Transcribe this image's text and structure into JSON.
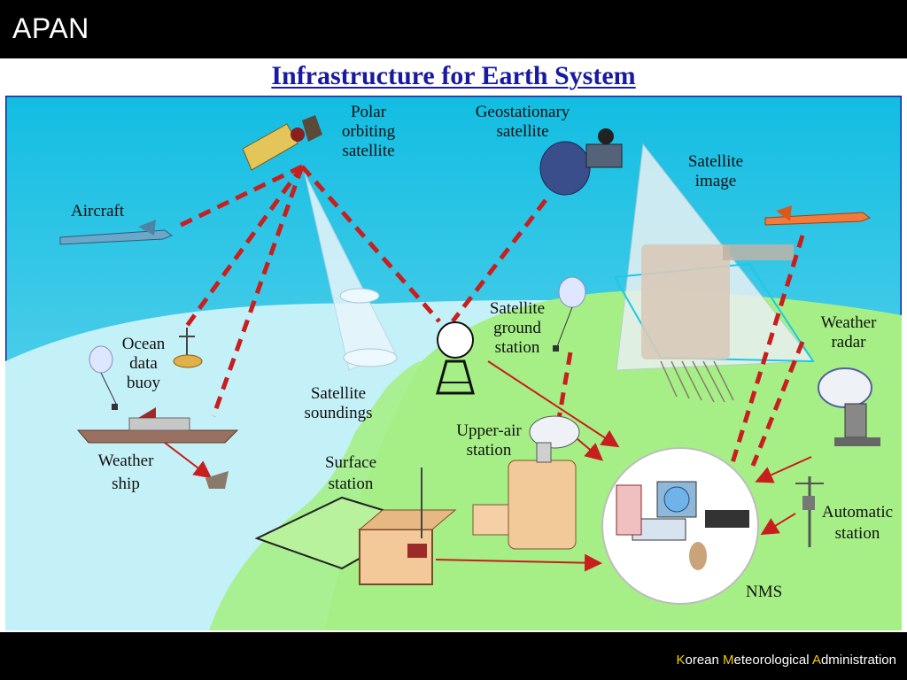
{
  "header": {
    "brand": "APAN"
  },
  "title": "Infrastructure for Earth System",
  "labels": {
    "polar": [
      "Polar",
      "orbiting",
      "satellite"
    ],
    "geo": [
      "Geostationary",
      "satellite"
    ],
    "satimage": [
      "Satellite",
      "image"
    ],
    "aircraft": "Aircraft",
    "buoy": [
      "Ocean",
      "data",
      "buoy"
    ],
    "ground": [
      "Satellite",
      "ground",
      "station"
    ],
    "radar": [
      "Weather",
      "radar"
    ],
    "soundings": [
      "Satellite",
      "soundings"
    ],
    "ship": [
      "Weather",
      "ship"
    ],
    "upperair": [
      "Upper-air",
      "station"
    ],
    "surface": [
      "Surface",
      "station"
    ],
    "automatic": [
      "Automatic",
      "station"
    ],
    "nms": "NMS"
  },
  "footer": {
    "k": "K",
    "orean": "orean ",
    "m": "M",
    "eteo": "eteorological ",
    "a": "A",
    "dmin": "dministration"
  },
  "colors": {
    "sky": "#1ec8e6",
    "land": "#a6ef86",
    "ocean": "#bdeff5",
    "link": "#c81e1e",
    "title": "#1a1aa0",
    "accent": "#f5d000"
  }
}
